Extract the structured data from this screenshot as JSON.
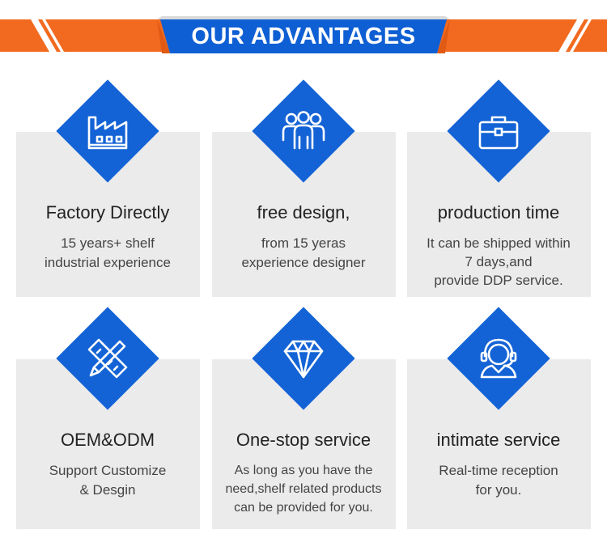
{
  "header": {
    "title": "OUR ADVANTAGES"
  },
  "colors": {
    "accent_orange": "#f26a1f",
    "brand_blue": "#1463d6",
    "card_bg": "#ebebeb"
  },
  "cards": [
    {
      "icon": "factory-icon",
      "title": "Factory Directly",
      "desc": [
        "15 years+ shelf",
        "industrial experience"
      ]
    },
    {
      "icon": "team-icon",
      "title": "free design,",
      "desc": [
        "from 15 yeras",
        "experience designer"
      ]
    },
    {
      "icon": "briefcase-icon",
      "title": "production time",
      "desc": [
        "It can be shipped within",
        "7 days,and",
        "provide DDP service."
      ]
    },
    {
      "icon": "ruler-pencil-icon",
      "title": "OEM&ODM",
      "desc": [
        "Support Customize",
        "& Desgin"
      ]
    },
    {
      "icon": "diamond-icon",
      "title": "One-stop service",
      "desc": [
        "As long as you have the",
        "need,shelf related products",
        "can be provided for you."
      ]
    },
    {
      "icon": "headset-icon",
      "title": "intimate service",
      "desc": [
        "Real-time reception",
        "for you."
      ]
    }
  ]
}
